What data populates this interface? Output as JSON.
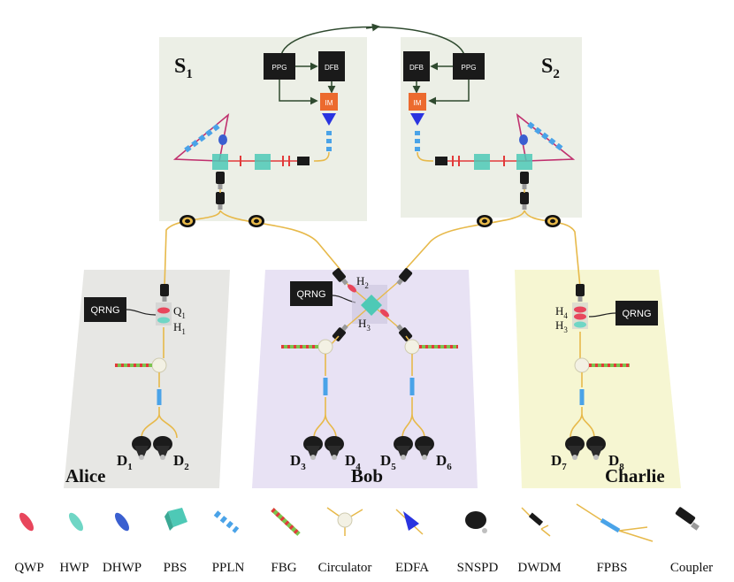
{
  "sources": {
    "s1": {
      "name": "S",
      "sub": "1",
      "ppg": "PPG",
      "dfb": "DFB",
      "im": "IM"
    },
    "s2": {
      "name": "S",
      "sub": "2",
      "ppg": "PPG",
      "dfb": "DFB",
      "im": "IM"
    }
  },
  "nodes": {
    "alice": {
      "name": "Alice",
      "qrng": "QRNG",
      "plates": [
        {
          "t": "Q",
          "s": "1"
        },
        {
          "t": "H",
          "s": "1"
        }
      ],
      "detectors": [
        {
          "t": "D",
          "s": "1"
        },
        {
          "t": "D",
          "s": "2"
        }
      ]
    },
    "bob": {
      "name": "Bob",
      "qrng": "QRNG",
      "plates": [
        {
          "t": "H",
          "s": "2"
        },
        {
          "t": "H",
          "s": "3"
        }
      ],
      "detectors": [
        {
          "t": "D",
          "s": "3"
        },
        {
          "t": "D",
          "s": "4"
        },
        {
          "t": "D",
          "s": "5"
        },
        {
          "t": "D",
          "s": "6"
        }
      ]
    },
    "charlie": {
      "name": "Charlie",
      "qrng": "QRNG",
      "plates": [
        {
          "t": "H",
          "s": "4"
        },
        {
          "t": "H",
          "s": "3"
        }
      ],
      "detectors": [
        {
          "t": "D",
          "s": "7"
        },
        {
          "t": "D",
          "s": "8"
        }
      ]
    }
  },
  "colors": {
    "fiber": "#e7b94a",
    "pump": "#c0306e",
    "laser": "#e23a3a",
    "alice_bg": "#e7e7e4",
    "bob_bg": "#e8e2f4",
    "charlie_bg": "#f6f6d2",
    "source_bg": "#ecefe6",
    "qwp": "#e8465c",
    "hwp": "#6fd6c5",
    "dhwp": "#3a5fd0",
    "pbs": "#4ec9b6",
    "ppln": "#4aa3e8",
    "edfa": "#2a34e0",
    "im": "#ec6a2e"
  },
  "legend": [
    {
      "label": "QWP",
      "icon": "qwp-icon"
    },
    {
      "label": "HWP",
      "icon": "hwp-icon"
    },
    {
      "label": "DHWP",
      "icon": "dhwp-icon"
    },
    {
      "label": "PBS",
      "icon": "pbs-icon"
    },
    {
      "label": "PPLN",
      "icon": "ppln-icon"
    },
    {
      "label": "FBG",
      "icon": "fbg-icon"
    },
    {
      "label": "Circulator",
      "icon": "circulator-icon"
    },
    {
      "label": "EDFA",
      "icon": "edfa-icon"
    },
    {
      "label": "SNSPD",
      "icon": "snspd-icon"
    },
    {
      "label": "DWDM",
      "icon": "dwdm-icon"
    },
    {
      "label": "FPBS",
      "icon": "fpbs-icon"
    },
    {
      "label": "Coupler",
      "icon": "coupler-icon"
    }
  ]
}
